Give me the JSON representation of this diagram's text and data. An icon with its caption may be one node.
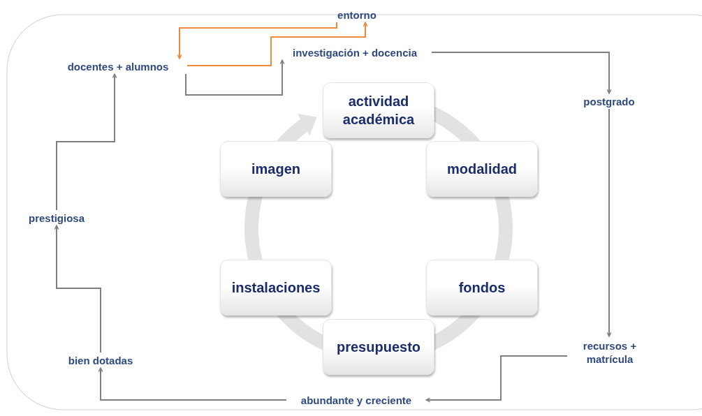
{
  "diagram": {
    "nodes": [
      {
        "text": [
          "entorno"
        ]
      },
      {
        "text": [
          "docentes + alumnos"
        ]
      },
      {
        "text": [
          "investigación + docencia"
        ]
      },
      {
        "text": [
          "postgrado"
        ]
      },
      {
        "text": [
          "actividad académica"
        ]
      },
      {
        "text": [
          "imagen"
        ]
      },
      {
        "text": [
          "modalidad"
        ]
      },
      {
        "text": [
          "prestigiosa"
        ]
      },
      {
        "text": [
          "instalaciones"
        ]
      },
      {
        "text": [
          "fondos"
        ]
      },
      {
        "text": [
          "presupuesto"
        ]
      },
      {
        "text": [
          "recursos + matrícula"
        ]
      },
      {
        "text": [
          "bien dotadas"
        ]
      },
      {
        "text": [
          "abundante y creciente"
        ]
      }
    ],
    "edges": [
      {
        "from": 0,
        "to": 1,
        "arrow": "to",
        "color": "#f0883e"
      },
      {
        "from": 1,
        "to": 0,
        "arrow": "to",
        "color": "#f0883e"
      },
      {
        "from": 1,
        "to": 2,
        "arrow": "to"
      },
      {
        "from": 2,
        "to": 3,
        "arrow": "to"
      },
      {
        "from": 3,
        "to": 11,
        "arrow": "to"
      },
      {
        "from": 11,
        "to": 13,
        "arrow": "to"
      },
      {
        "from": 13,
        "to": 12,
        "arrow": "to"
      },
      {
        "from": 12,
        "to": 7,
        "arrow": "to"
      },
      {
        "from": 7,
        "to": 1,
        "arrow": "to"
      }
    ]
  }
}
